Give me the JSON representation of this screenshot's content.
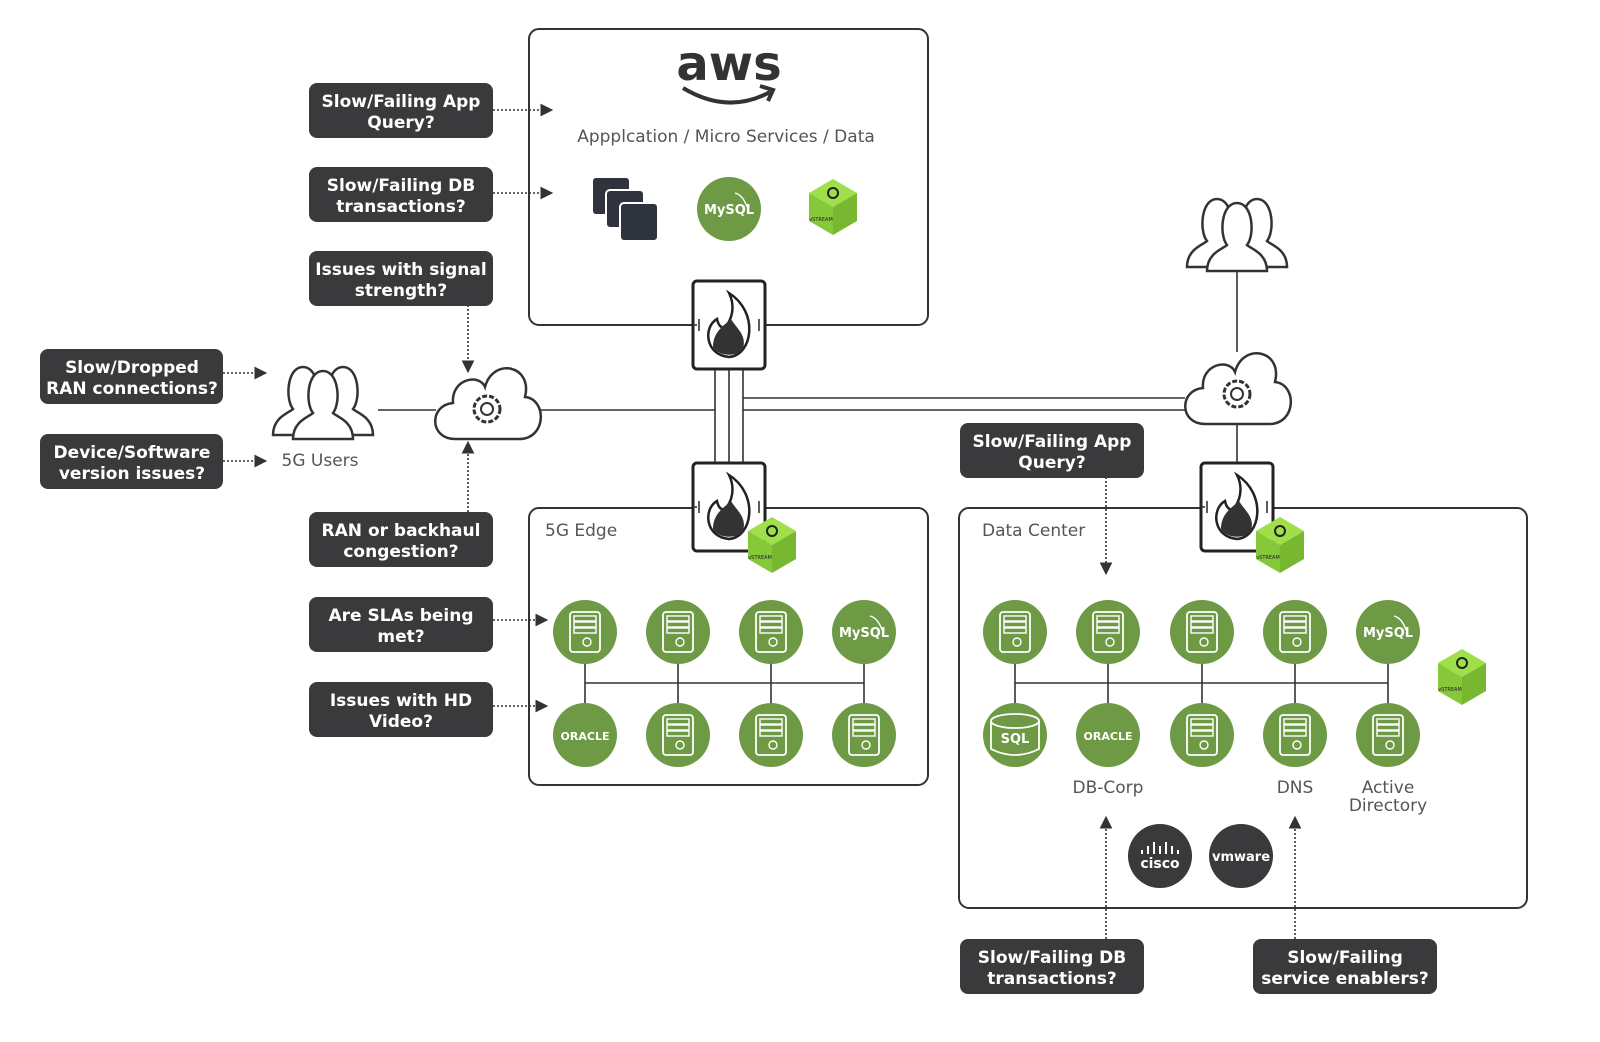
{
  "aws": {
    "logo_text": "aws",
    "subtitle": "Appplcation / Micro Services / Data"
  },
  "users_left_label": "5G Users",
  "edge": {
    "title": "5G Edge",
    "row1": [
      "server",
      "server",
      "server",
      "mysql"
    ],
    "row2": [
      "oracle",
      "server",
      "server",
      "server"
    ]
  },
  "datacenter": {
    "title": "Data Center",
    "row1": [
      "server",
      "server",
      "server",
      "server",
      "mysql"
    ],
    "row2": [
      "sql",
      "oracle",
      "server",
      "server",
      "server"
    ],
    "labels": [
      "",
      "DB-Corp",
      "",
      "DNS",
      "Active Directory"
    ],
    "vendors": [
      "cisco",
      "vmware"
    ]
  },
  "logo_text": {
    "mysql": "MySQL",
    "oracle": "ORACLE",
    "sql": "SQL",
    "cisco": "cisco",
    "vmware": "vmware",
    "vstream": "vSTREAM"
  },
  "callouts": [
    {
      "id": "app-query-aws",
      "lines": [
        "Slow/Failing App",
        "Query?"
      ]
    },
    {
      "id": "db-transactions-aws",
      "lines": [
        "Slow/Failing DB",
        "transactions?"
      ]
    },
    {
      "id": "signal-strength",
      "lines": [
        "Issues with signal",
        "strength?"
      ]
    },
    {
      "id": "ran-connections",
      "lines": [
        "Slow/Dropped",
        "RAN connections?"
      ]
    },
    {
      "id": "device-software",
      "lines": [
        "Device/Software",
        "version issues?"
      ]
    },
    {
      "id": "ran-backhaul",
      "lines": [
        "RAN or backhaul",
        "congestion?"
      ]
    },
    {
      "id": "slas",
      "lines": [
        "Are SLAs being",
        "met?"
      ]
    },
    {
      "id": "hd-video",
      "lines": [
        "Issues with HD",
        "Video?"
      ]
    },
    {
      "id": "app-query-dc",
      "lines": [
        "Slow/Failing App",
        "Query?"
      ]
    },
    {
      "id": "db-transactions-dc",
      "lines": [
        "Slow/Failing DB",
        "transactions?"
      ]
    },
    {
      "id": "service-enablers",
      "lines": [
        "Slow/Failing",
        "service enablers?"
      ]
    }
  ],
  "colors": {
    "green": "#6e9a45",
    "dark": "#3a3a3c",
    "cube": "#8fd63a"
  }
}
